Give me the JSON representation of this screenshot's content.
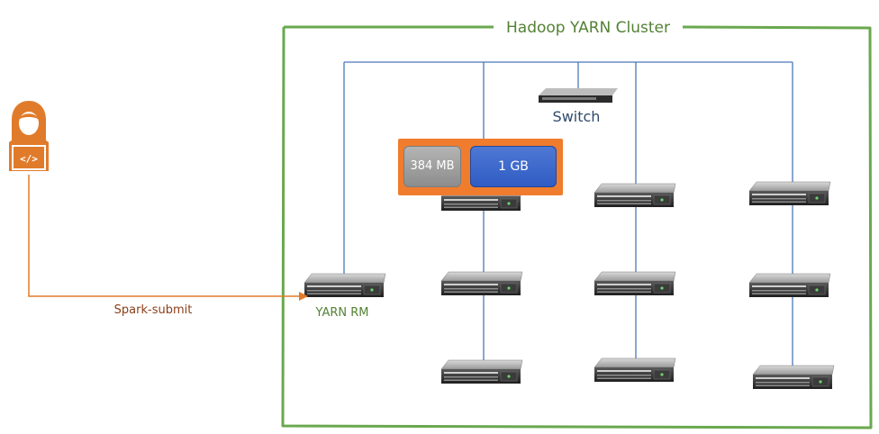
{
  "cluster": {
    "title": "Hadoop YARN Cluster"
  },
  "switch": {
    "label": "Switch"
  },
  "resource_manager": {
    "label": "YARN RM"
  },
  "client": {
    "icon": "developer-laptop-icon",
    "submit_label": "Spark-submit"
  },
  "container": {
    "small_label": "384 MB",
    "large_label": "1 GB"
  },
  "colors": {
    "cluster_border": "#6aa84f",
    "cluster_title": "#538135",
    "network_line": "#4a78b6",
    "client": "#e07b2b",
    "submit_text": "#8b3e18",
    "container_bg": "#f07c2e",
    "memory_small": "#9e9e9e",
    "memory_large": "#3d67cc"
  }
}
